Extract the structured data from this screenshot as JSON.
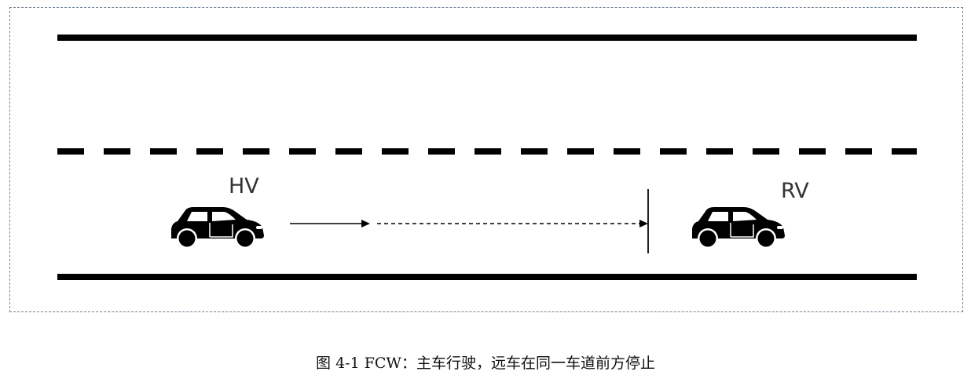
{
  "diagram": {
    "host_vehicle_label": "HV",
    "remote_vehicle_label": "RV",
    "icons": {
      "host_vehicle": "car-icon",
      "remote_vehicle": "car-icon",
      "motion_arrow": "solid-arrow-icon",
      "distance_arrow": "dashed-arrow-icon",
      "stop_line": "stop-line"
    },
    "colors": {
      "road_lines": "#000000",
      "frame_border": "#6e7f90",
      "text": "#333333"
    }
  },
  "caption": "图 4-1 FCW：主车行驶，远车在同一车道前方停止"
}
